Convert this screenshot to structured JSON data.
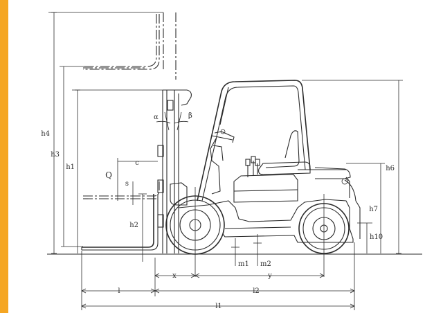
{
  "colors": {
    "accent": "#f5a623",
    "line": "#2a2a2a",
    "background": "#ffffff"
  },
  "labels": {
    "h4": "h4",
    "h3": "h3",
    "h1": "h1",
    "h2": "h2",
    "h6": "h6",
    "h7": "h7",
    "h10": "h10",
    "c": "c",
    "q": "Q",
    "s": "s",
    "alpha": "α",
    "beta": "β",
    "x": "x",
    "y": "y",
    "l": "l",
    "l2": "l2",
    "l1": "l1",
    "m1": "m1",
    "m2": "m2"
  }
}
